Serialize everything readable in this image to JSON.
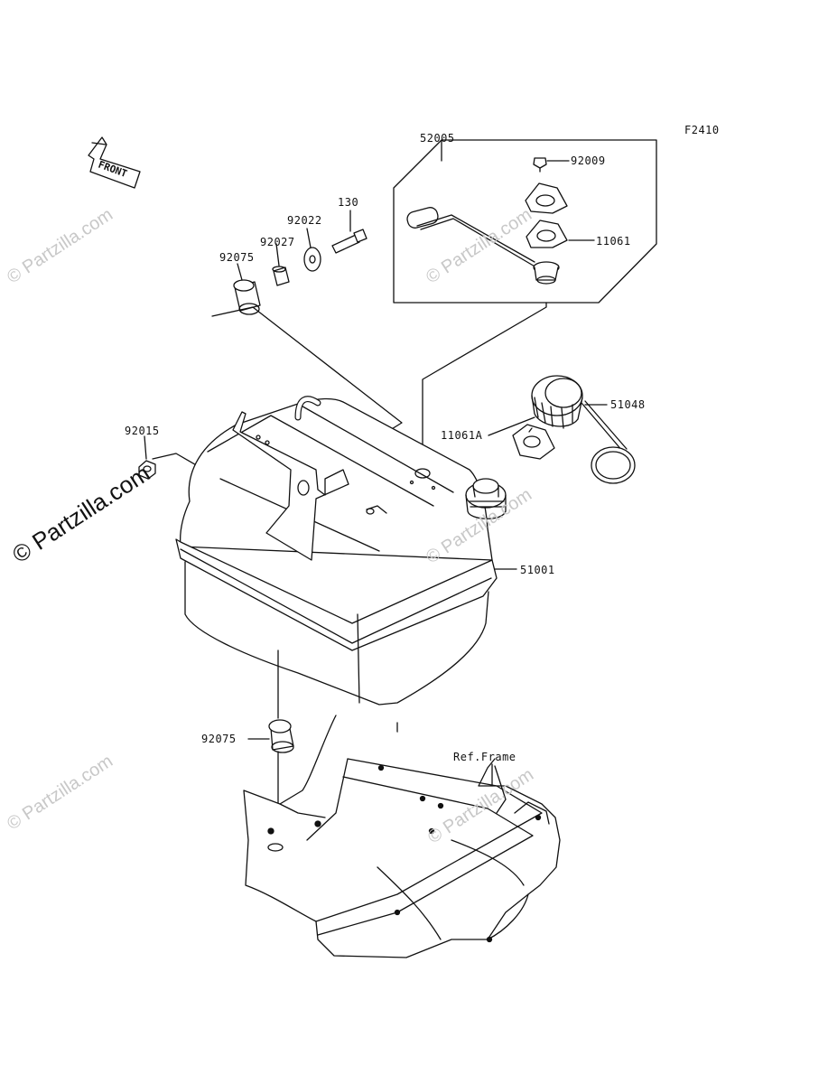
{
  "figure_id": "F2410",
  "front_label": "FRONT",
  "parts": {
    "p52005": "52005",
    "p92009": "92009",
    "p11061": "11061",
    "p130": "130",
    "p92022": "92022",
    "p92027": "92027",
    "p92075_top": "92075",
    "p51048": "51048",
    "p11061A": "11061A",
    "p92015": "92015",
    "p51001": "51001",
    "p92075_bottom": "92075",
    "ref_frame": "Ref.Frame"
  },
  "watermark": {
    "main": "© Partzilla.com",
    "faint": "© Partzilla.com"
  }
}
